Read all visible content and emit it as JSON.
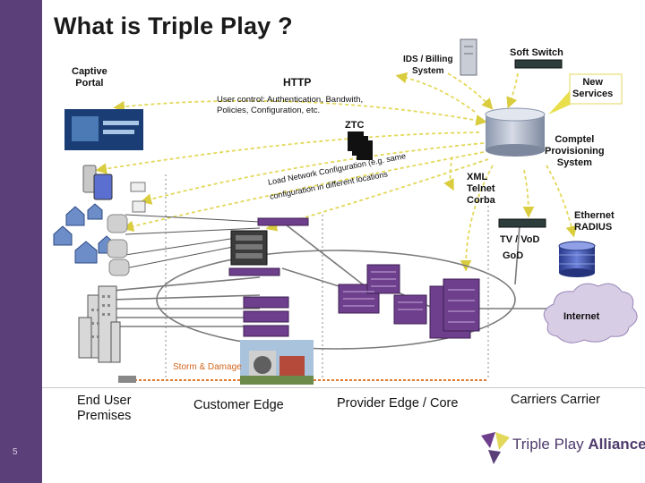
{
  "slide": {
    "title": "What is Triple Play ?",
    "number": "5"
  },
  "labels": {
    "captive_portal": "Captive\nPortal",
    "http": "HTTP",
    "user_control": "User control: Authentication, Bandwith,",
    "policies": "Policies, Configuration, etc.",
    "ztc": "ZTC",
    "ids_billing": "IDS / Billing\nSystem",
    "soft_switch": "Soft Switch",
    "new_services": "New\nServices",
    "comptel": "Comptel\nProvisioning\nSystem",
    "xml_telnet_corba": "XML\nTelnet\nCorba",
    "ethernet_radius": "Ethernet\nRADIUS",
    "tv_vod": "TV / VoD",
    "god": "GoD",
    "internet": "Internet",
    "load_config_1": "Load Network Configuration (e.g. same",
    "load_config_2": "configuration in different locations",
    "storm_damage": "Storm & Damage"
  },
  "sections": {
    "end_user": "End User\nPremises",
    "customer_edge": "Customer Edge",
    "provider_edge": "Provider Edge / Core",
    "carriers": "Carriers Carrier"
  },
  "logo": {
    "text_light": "Triple Play ",
    "text_bold": "Alliance"
  },
  "colors": {
    "sidebar": "#5b3f78",
    "arrow": "#e3d85a",
    "router": "#6e3f8c",
    "link": "#7a7a7a"
  }
}
